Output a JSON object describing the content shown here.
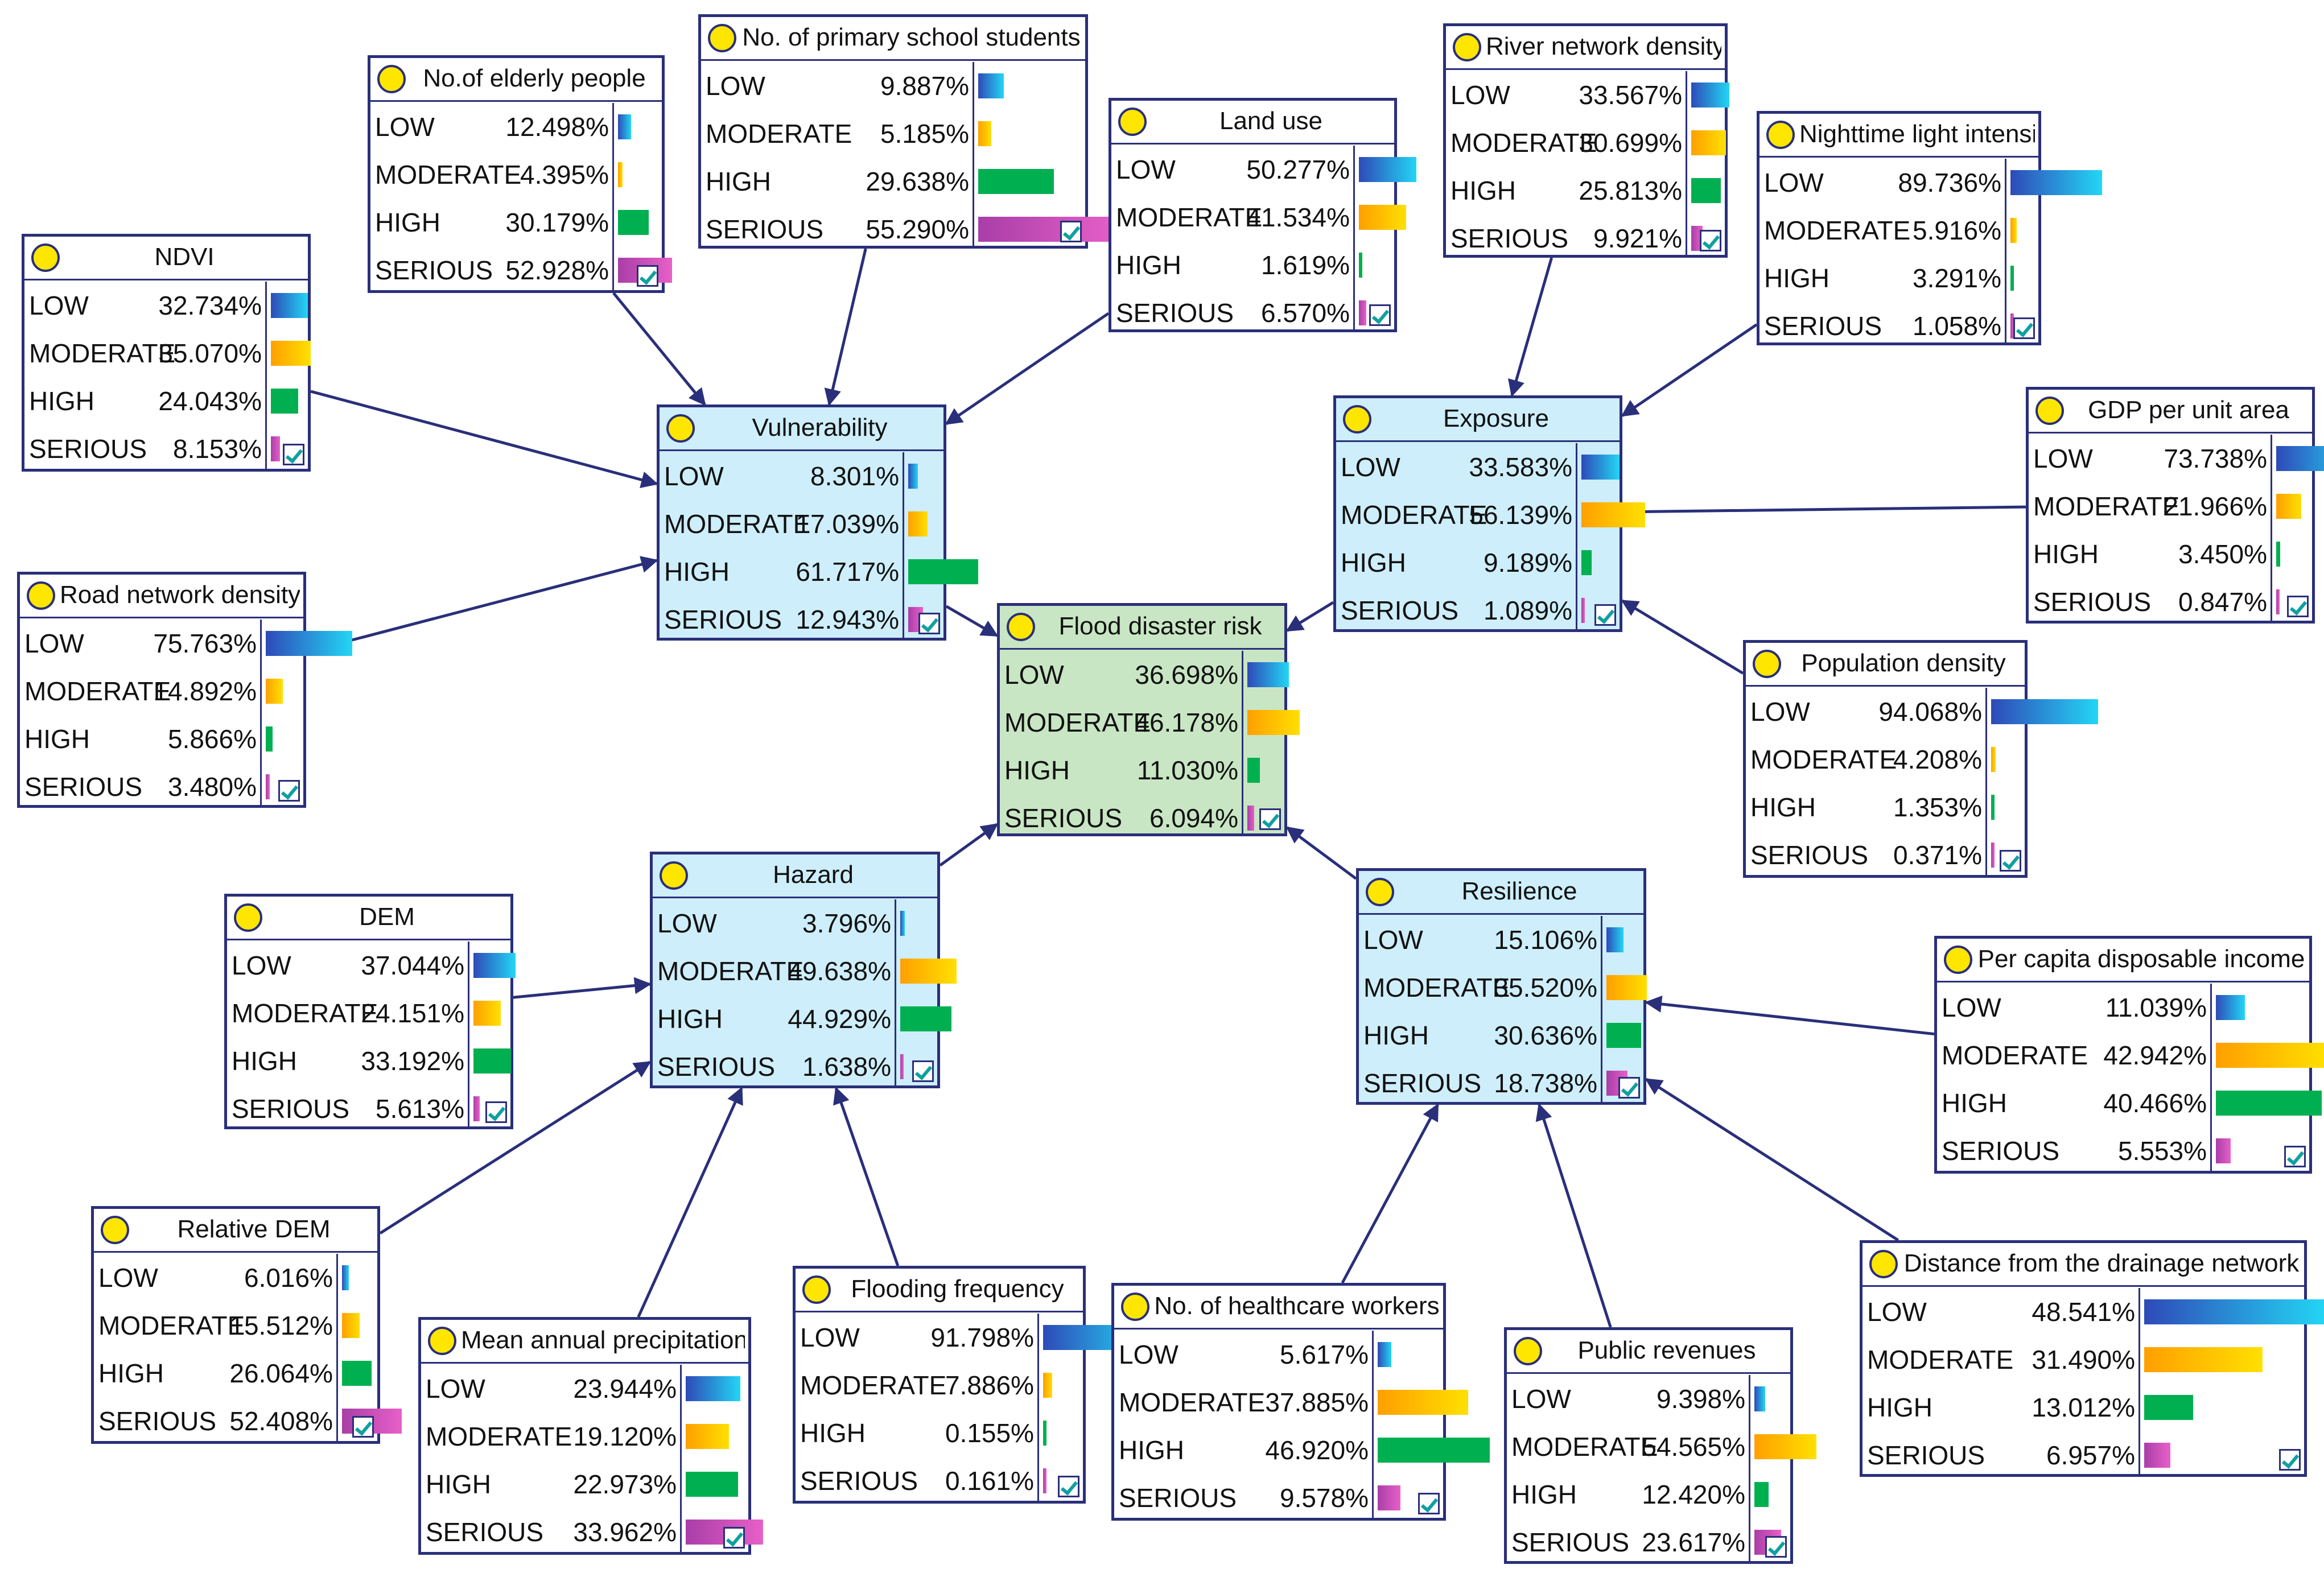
{
  "nodes": [
    {
      "id": "elderly",
      "title": "No.of elderly people",
      "rows": [
        {
          "label": "LOW",
          "value": "12.498%",
          "fraction": 0.125
        },
        {
          "label": "MODERATE",
          "value": "4.395%",
          "fraction": 0.044
        },
        {
          "label": "HIGH",
          "value": "30.179%",
          "fraction": 0.302
        },
        {
          "label": "SERIOUS",
          "value": "52.928%",
          "fraction": 0.529
        }
      ]
    },
    {
      "id": "students",
      "title": "No. of primary school students",
      "rows": [
        {
          "label": "LOW",
          "value": "9.887%",
          "fraction": 0.099
        },
        {
          "label": "MODERATE",
          "value": "5.185%",
          "fraction": 0.052
        },
        {
          "label": "HIGH",
          "value": "29.638%",
          "fraction": 0.296
        },
        {
          "label": "SERIOUS",
          "value": "55.290%",
          "fraction": 0.553
        }
      ]
    },
    {
      "id": "landuse",
      "title": "Land use",
      "rows": [
        {
          "label": "LOW",
          "value": "50.277%",
          "fraction": 0.503
        },
        {
          "label": "MODERATE",
          "value": "41.534%",
          "fraction": 0.415
        },
        {
          "label": "HIGH",
          "value": "1.619%",
          "fraction": 0.016
        },
        {
          "label": "SERIOUS",
          "value": "6.570%",
          "fraction": 0.066
        }
      ]
    },
    {
      "id": "river",
      "title": "River network density",
      "rows": [
        {
          "label": "LOW",
          "value": "33.567%",
          "fraction": 0.336
        },
        {
          "label": "MODERATE",
          "value": "30.699%",
          "fraction": 0.307
        },
        {
          "label": "HIGH",
          "value": "25.813%",
          "fraction": 0.258
        },
        {
          "label": "SERIOUS",
          "value": "9.921%",
          "fraction": 0.099
        }
      ]
    },
    {
      "id": "light",
      "title": "Nighttime light intensity",
      "rows": [
        {
          "label": "LOW",
          "value": "89.736%",
          "fraction": 0.897
        },
        {
          "label": "MODERATE",
          "value": "5.916%",
          "fraction": 0.059
        },
        {
          "label": "HIGH",
          "value": "3.291%",
          "fraction": 0.033
        },
        {
          "label": "SERIOUS",
          "value": "1.058%",
          "fraction": 0.011
        }
      ]
    },
    {
      "id": "ndvi",
      "title": "NDVI",
      "rows": [
        {
          "label": "LOW",
          "value": "32.734%",
          "fraction": 0.327
        },
        {
          "label": "MODERATE",
          "value": "35.070%",
          "fraction": 0.351
        },
        {
          "label": "HIGH",
          "value": "24.043%",
          "fraction": 0.24
        },
        {
          "label": "SERIOUS",
          "value": "8.153%",
          "fraction": 0.082
        }
      ]
    },
    {
      "id": "vulnerability",
      "title": "Vulnerability",
      "kind": "group",
      "rows": [
        {
          "label": "LOW",
          "value": "8.301%",
          "fraction": 0.083
        },
        {
          "label": "MODERATE",
          "value": "17.039%",
          "fraction": 0.17
        },
        {
          "label": "HIGH",
          "value": "61.717%",
          "fraction": 0.617
        },
        {
          "label": "SERIOUS",
          "value": "12.943%",
          "fraction": 0.129
        }
      ]
    },
    {
      "id": "exposure",
      "title": "Exposure",
      "kind": "group",
      "rows": [
        {
          "label": "LOW",
          "value": "33.583%",
          "fraction": 0.336
        },
        {
          "label": "MODERATE",
          "value": "56.139%",
          "fraction": 0.561
        },
        {
          "label": "HIGH",
          "value": "9.189%",
          "fraction": 0.092
        },
        {
          "label": "SERIOUS",
          "value": "1.089%",
          "fraction": 0.011
        }
      ]
    },
    {
      "id": "gdp",
      "title": "GDP per unit area",
      "rows": [
        {
          "label": "LOW",
          "value": "73.738%",
          "fraction": 0.737
        },
        {
          "label": "MODERATE",
          "value": "21.966%",
          "fraction": 0.22
        },
        {
          "label": "HIGH",
          "value": "3.450%",
          "fraction": 0.035
        },
        {
          "label": "SERIOUS",
          "value": "0.847%",
          "fraction": 0.008
        }
      ]
    },
    {
      "id": "road",
      "title": "Road network density",
      "rows": [
        {
          "label": "LOW",
          "value": "75.763%",
          "fraction": 0.758
        },
        {
          "label": "MODERATE",
          "value": "14.892%",
          "fraction": 0.149
        },
        {
          "label": "HIGH",
          "value": "5.866%",
          "fraction": 0.059
        },
        {
          "label": "SERIOUS",
          "value": "3.480%",
          "fraction": 0.035
        }
      ]
    },
    {
      "id": "flood",
      "title": "Flood  disaster risk",
      "kind": "center",
      "rows": [
        {
          "label": "LOW",
          "value": "36.698%",
          "fraction": 0.367
        },
        {
          "label": "MODERATE",
          "value": "46.178%",
          "fraction": 0.462
        },
        {
          "label": "HIGH",
          "value": "11.030%",
          "fraction": 0.11
        },
        {
          "label": "SERIOUS",
          "value": "6.094%",
          "fraction": 0.061
        }
      ]
    },
    {
      "id": "popdensity",
      "title": "Population density",
      "rows": [
        {
          "label": "LOW",
          "value": "94.068%",
          "fraction": 0.941
        },
        {
          "label": "MODERATE",
          "value": "4.208%",
          "fraction": 0.042
        },
        {
          "label": "HIGH",
          "value": "1.353%",
          "fraction": 0.014
        },
        {
          "label": "SERIOUS",
          "value": "0.371%",
          "fraction": 0.004
        }
      ]
    },
    {
      "id": "hazard",
      "title": "Hazard",
      "kind": "group",
      "rows": [
        {
          "label": "LOW",
          "value": "3.796%",
          "fraction": 0.038
        },
        {
          "label": "MODERATE",
          "value": "49.638%",
          "fraction": 0.496
        },
        {
          "label": "HIGH",
          "value": "44.929%",
          "fraction": 0.449
        },
        {
          "label": "SERIOUS",
          "value": "1.638%",
          "fraction": 0.016
        }
      ]
    },
    {
      "id": "resilience",
      "title": "Resilience",
      "kind": "group",
      "rows": [
        {
          "label": "LOW",
          "value": "15.106%",
          "fraction": 0.151
        },
        {
          "label": "MODERATE",
          "value": "35.520%",
          "fraction": 0.355
        },
        {
          "label": "HIGH",
          "value": "30.636%",
          "fraction": 0.306
        },
        {
          "label": "SERIOUS",
          "value": "18.738%",
          "fraction": 0.187
        }
      ]
    },
    {
      "id": "dem",
      "title": "DEM",
      "rows": [
        {
          "label": "LOW",
          "value": "37.044%",
          "fraction": 0.37
        },
        {
          "label": "MODERATE",
          "value": "24.151%",
          "fraction": 0.242
        },
        {
          "label": "HIGH",
          "value": "33.192%",
          "fraction": 0.332
        },
        {
          "label": "SERIOUS",
          "value": "5.613%",
          "fraction": 0.056
        }
      ]
    },
    {
      "id": "income",
      "title": "Per capita disposable income",
      "rows": [
        {
          "label": "LOW",
          "value": "11.039%",
          "fraction": 0.11
        },
        {
          "label": "MODERATE",
          "value": "42.942%",
          "fraction": 0.429
        },
        {
          "label": "HIGH",
          "value": "40.466%",
          "fraction": 0.405
        },
        {
          "label": "SERIOUS",
          "value": "5.553%",
          "fraction": 0.056
        }
      ]
    },
    {
      "id": "reldem",
      "title": "Relative DEM",
      "rows": [
        {
          "label": "LOW",
          "value": "6.016%",
          "fraction": 0.06
        },
        {
          "label": "MODERATE",
          "value": "15.512%",
          "fraction": 0.155
        },
        {
          "label": "HIGH",
          "value": "26.064%",
          "fraction": 0.261
        },
        {
          "label": "SERIOUS",
          "value": "52.408%",
          "fraction": 0.524
        }
      ]
    },
    {
      "id": "drainage",
      "title": "Distance from the drainage network",
      "rows": [
        {
          "label": "LOW",
          "value": "48.541%",
          "fraction": 0.485
        },
        {
          "label": "MODERATE",
          "value": "31.490%",
          "fraction": 0.315
        },
        {
          "label": "HIGH",
          "value": "13.012%",
          "fraction": 0.13
        },
        {
          "label": "SERIOUS",
          "value": "6.957%",
          "fraction": 0.07
        }
      ]
    },
    {
      "id": "flooding",
      "title": "Flooding frequency",
      "rows": [
        {
          "label": "LOW",
          "value": "91.798%",
          "fraction": 0.918
        },
        {
          "label": "MODERATE",
          "value": "7.886%",
          "fraction": 0.079
        },
        {
          "label": "HIGH",
          "value": "0.155%",
          "fraction": 0.002
        },
        {
          "label": "SERIOUS",
          "value": "0.161%",
          "fraction": 0.002
        }
      ]
    },
    {
      "id": "health",
      "title": "No. of healthcare workers",
      "rows": [
        {
          "label": "LOW",
          "value": "5.617%",
          "fraction": 0.056
        },
        {
          "label": "MODERATE",
          "value": "37.885%",
          "fraction": 0.379
        },
        {
          "label": "HIGH",
          "value": "46.920%",
          "fraction": 0.469
        },
        {
          "label": "SERIOUS",
          "value": "9.578%",
          "fraction": 0.096
        }
      ]
    },
    {
      "id": "revenues",
      "title": "Public revenues",
      "rows": [
        {
          "label": "LOW",
          "value": "9.398%",
          "fraction": 0.094
        },
        {
          "label": "MODERATE",
          "value": "54.565%",
          "fraction": 0.546
        },
        {
          "label": "HIGH",
          "value": "12.420%",
          "fraction": 0.124
        },
        {
          "label": "SERIOUS",
          "value": "23.617%",
          "fraction": 0.236
        }
      ]
    },
    {
      "id": "precip",
      "title": "Mean annual precipitation",
      "rows": [
        {
          "label": "LOW",
          "value": "23.944%",
          "fraction": 0.239
        },
        {
          "label": "MODERATE",
          "value": "19.120%",
          "fraction": 0.191
        },
        {
          "label": "HIGH",
          "value": "22.973%",
          "fraction": 0.23
        },
        {
          "label": "SERIOUS",
          "value": "33.962%",
          "fraction": 0.34
        }
      ]
    }
  ],
  "edges": [
    {
      "from": "ndvi",
      "to": "vulnerability"
    },
    {
      "from": "elderly",
      "to": "vulnerability"
    },
    {
      "from": "students",
      "to": "vulnerability"
    },
    {
      "from": "landuse",
      "to": "vulnerability"
    },
    {
      "from": "road",
      "to": "vulnerability"
    },
    {
      "from": "river",
      "to": "exposure"
    },
    {
      "from": "light",
      "to": "exposure"
    },
    {
      "from": "gdp",
      "to": "exposure"
    },
    {
      "from": "popdensity",
      "to": "exposure"
    },
    {
      "from": "dem",
      "to": "hazard"
    },
    {
      "from": "reldem",
      "to": "hazard"
    },
    {
      "from": "precip",
      "to": "hazard"
    },
    {
      "from": "flooding",
      "to": "hazard"
    },
    {
      "from": "income",
      "to": "resilience"
    },
    {
      "from": "drainage",
      "to": "resilience"
    },
    {
      "from": "health",
      "to": "resilience"
    },
    {
      "from": "revenues",
      "to": "resilience"
    },
    {
      "from": "vulnerability",
      "to": "flood"
    },
    {
      "from": "exposure",
      "to": "flood"
    },
    {
      "from": "hazard",
      "to": "flood"
    },
    {
      "from": "resilience",
      "to": "flood"
    }
  ],
  "colors": {
    "border": "#2a2f7a",
    "group_fill": "#cdeefa",
    "center_fill": "#c8e6c3",
    "node_icon": "#ffe600"
  },
  "icons": {
    "node": "yellow-circle-icon",
    "check": "checkbox-checked-icon"
  }
}
